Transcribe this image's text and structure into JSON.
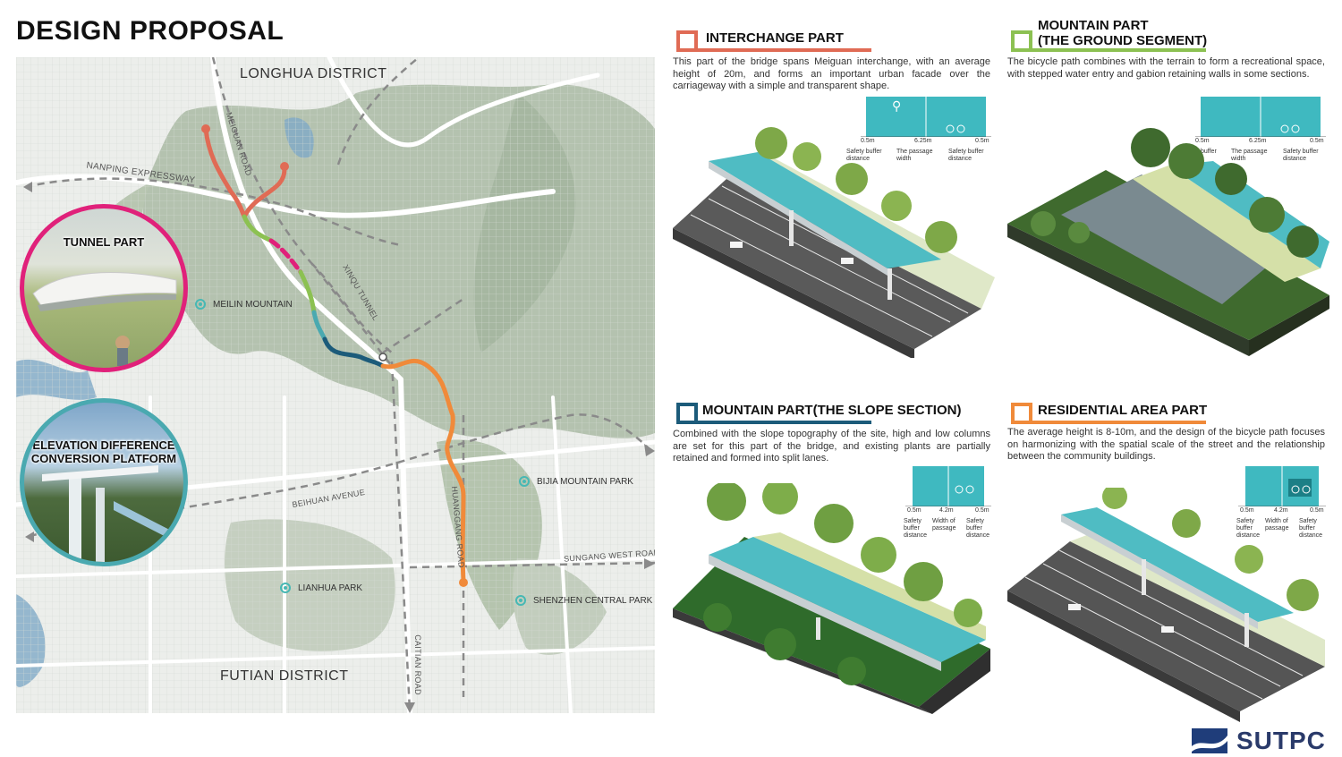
{
  "title": "DESIGN PROPOSAL",
  "map": {
    "districts": {
      "north": "LONGHUA DISTRICT",
      "south": "FUTIAN DISTRICT"
    },
    "roads": {
      "nanping": "NANPING EXPRESSWAY",
      "meiguan": "MEIGUAN ROAD",
      "xinqu": "XINQU TUNNEL",
      "beihuan": "BEIHUAN AVENUE",
      "huanggang": "HUANGGANG ROAD",
      "sungang": "SUNGANG WEST ROAD",
      "caitian": "CAITIAN ROAD"
    },
    "pois": {
      "meilin": "MEILIN MOUNTAIN",
      "bijia": "BIJIA MOUNTAIN PARK",
      "lianhua": "LIANHUA PARK",
      "central": "SHENZHEN CENTRAL PARK"
    },
    "callouts": {
      "tunnel": "TUNNEL PART",
      "elevation": "ELEVATION DIFFERENCE CONVERSION PLATFORM"
    },
    "route_colors": {
      "interchange": "#e06b55",
      "ground": "#8cc152",
      "tunnel": "#e0217a",
      "slope": "#1c5b7a",
      "residential": "#f08a3a",
      "teal": "#4aa9b0"
    }
  },
  "panels": {
    "interchange": {
      "title": "INTERCHANGE PART",
      "color": "#e06b55",
      "text": "This part of the bridge spans Meiguan interchange, with an average height of 20m, and forms an important urban facade over the carriageway with a simple and transparent shape.",
      "dims": [
        "0.5m",
        "6.25m",
        "0.5m"
      ],
      "labels": [
        "Safety buffer distance",
        "The passage width",
        "Safety buffer distance"
      ]
    },
    "ground": {
      "title_line1": "MOUNTAIN PART",
      "title_line2": "(THE GROUND SEGMENT)",
      "color": "#8cc152",
      "text": "The bicycle path combines with the terrain to form a recreational space, with stepped water entry and gabion retaining walls in some sections.",
      "dims": [
        "0.5m",
        "6.25m",
        "0.5m"
      ],
      "labels": [
        "buffer",
        "The passage width",
        "Safety buffer distance"
      ]
    },
    "slope": {
      "title": "MOUNTAIN PART(THE SLOPE SECTION)",
      "color": "#1c5b7a",
      "text": "Combined with the slope topography of the site, high and low columns are set for this part of the bridge, and existing plants are partially retained and formed into split lanes.",
      "dims": [
        "0.5m",
        "4.2m",
        "0.5m"
      ],
      "labels": [
        "Safety buffer distance",
        "Width of passage",
        "Safety buffer distance"
      ]
    },
    "residential": {
      "title": "RESIDENTIAL AREA PART",
      "color": "#f08a3a",
      "text": "The average height is 8-10m, and the design of the bicycle path focuses on harmonizing with the spatial scale of the street and the relationship between the community buildings.",
      "dims": [
        "0.5m",
        "4.2m",
        "0.5m"
      ],
      "labels": [
        "Safety buffer distance",
        "Width of passage",
        "Safety buffer distance"
      ]
    }
  },
  "logo": "SUTPC"
}
